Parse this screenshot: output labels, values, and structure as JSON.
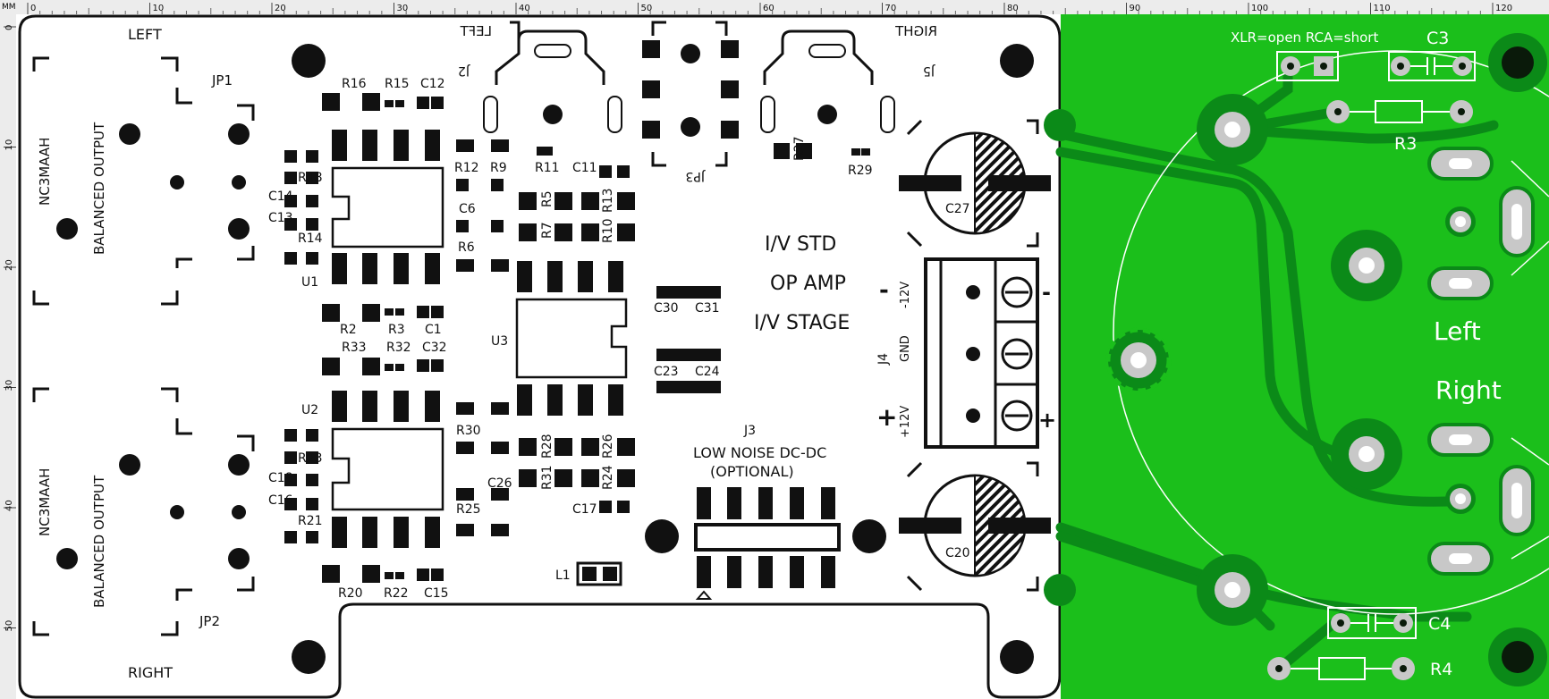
{
  "ruler": {
    "unit": "MM",
    "ticks": [
      "0",
      "10",
      "20",
      "30",
      "40",
      "50",
      "60",
      "70",
      "80",
      "90",
      "100",
      "110",
      "120"
    ],
    "vticks": [
      "0",
      "10",
      "20",
      "30",
      "40",
      "50"
    ]
  },
  "white_board": {
    "connectors": {
      "top_left": "LEFT",
      "bottom_left": "RIGHT",
      "j2": "LEFT",
      "j5": "RIGHT",
      "j2_ref": "J2",
      "j5_ref": "J5"
    },
    "jp1": "JP1",
    "jp2": "JP2",
    "jp3": "JP3",
    "nc_part": "NC3MAAH",
    "balanced_output": "BALANCED OUTPUT",
    "u1": "U1",
    "u2": "U2",
    "u3": "U3",
    "refs": {
      "r16": "R16",
      "r15": "R15",
      "c12": "C12",
      "r18": "R18",
      "c14": "C14",
      "c13": "C13",
      "r14": "R14",
      "r2": "R2",
      "r3": "R3",
      "c1": "C1",
      "r33": "R33",
      "r32": "R32",
      "c32": "C32",
      "r23": "R23",
      "c18": "C18",
      "c16": "C16",
      "r21": "R21",
      "r20": "R20",
      "r22": "R22",
      "c15": "C15",
      "r12": "R12",
      "r9": "R9",
      "r11": "R11",
      "c11": "C11",
      "c6": "C6",
      "r5": "R5",
      "r13": "R13",
      "r7": "R7",
      "r10": "R10",
      "r6": "R6",
      "r30": "R30",
      "r28": "R28",
      "r26": "R26",
      "c26": "C26",
      "r31": "R31",
      "r24": "R24",
      "r25": "R25",
      "c17": "C17",
      "c30": "C30",
      "c31": "C31",
      "c23": "C23",
      "c24": "C24",
      "r27": "R27",
      "r29": "R29",
      "c27": "C27",
      "c20": "C20",
      "l1": "L1",
      "j4": "J4"
    },
    "iv_lines": [
      "I/V STD",
      "OP AMP",
      "I/V STAGE"
    ],
    "j3": "J3",
    "dcdc_lines": [
      "LOW NOISE DC-DC",
      "(OPTIONAL)"
    ],
    "terminal": {
      "minus": "-",
      "plus": "+",
      "m12": "-12V",
      "gnd": "GND",
      "p12": "+12V"
    }
  },
  "green_board": {
    "xlr_note": "XLR=open RCA=short",
    "c3": "C3",
    "r3": "R3",
    "left": "Left",
    "right": "Right",
    "c4": "C4",
    "r4": "R4"
  },
  "colors": {
    "pcb_green": "#1bbf1b",
    "trace_green": "#0b8a18",
    "pad_grey": "#c8c8c8",
    "silk_black": "#111111"
  }
}
